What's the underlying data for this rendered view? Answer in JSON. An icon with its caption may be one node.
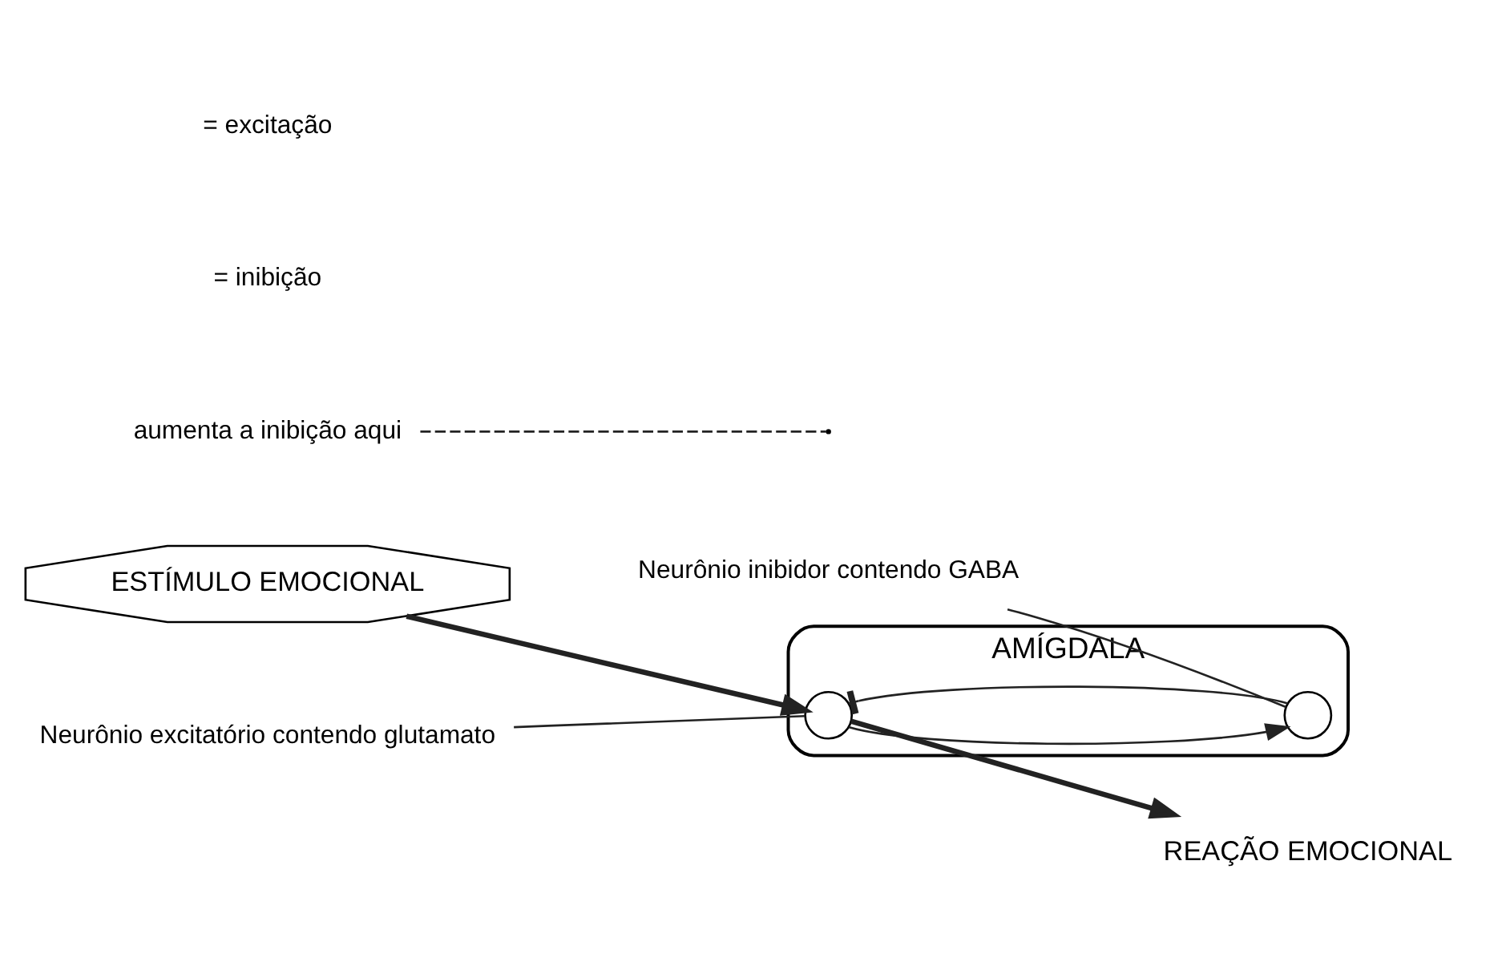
{
  "diagram": {
    "nodes": [
      {
        "text": [
          "ESTÍMULO EMOCIONAL"
        ]
      },
      {
        "text": [
          "AMÍGDALA"
        ]
      },
      {
        "text": [],
        "shape": "circle",
        "in": 1
      },
      {
        "text": [],
        "shape": "circle",
        "in": 1
      },
      {
        "text": [
          "Neurônio excitatório contendo glutamato"
        ]
      },
      {
        "text": [
          "Neurônio inibidor contendo GABA"
        ]
      },
      {
        "text": [
          "aumenta a inibição aqui"
        ]
      },
      {
        "text": [
          "REAÇÃO EMOCIONAL"
        ]
      }
    ],
    "edges": [
      {
        "from": 0,
        "to": 2,
        "arrow": "to",
        "style": "thick"
      },
      {
        "from": 2,
        "to": 7,
        "arrow": "to",
        "style": "thick"
      },
      {
        "from": 2,
        "to": 3,
        "arrow": "to"
      },
      {
        "from": 3,
        "to": 2,
        "arrow": "other"
      },
      {
        "from": 4,
        "to": 2,
        "arrow": "none"
      },
      {
        "from": 5,
        "to": 3,
        "arrow": "none"
      },
      {
        "from": 6,
        "to": null,
        "arrow": "none",
        "style": "dashed"
      }
    ],
    "legend": [
      {
        "text": "= excitação"
      },
      {
        "text": "= inibição"
      }
    ]
  }
}
